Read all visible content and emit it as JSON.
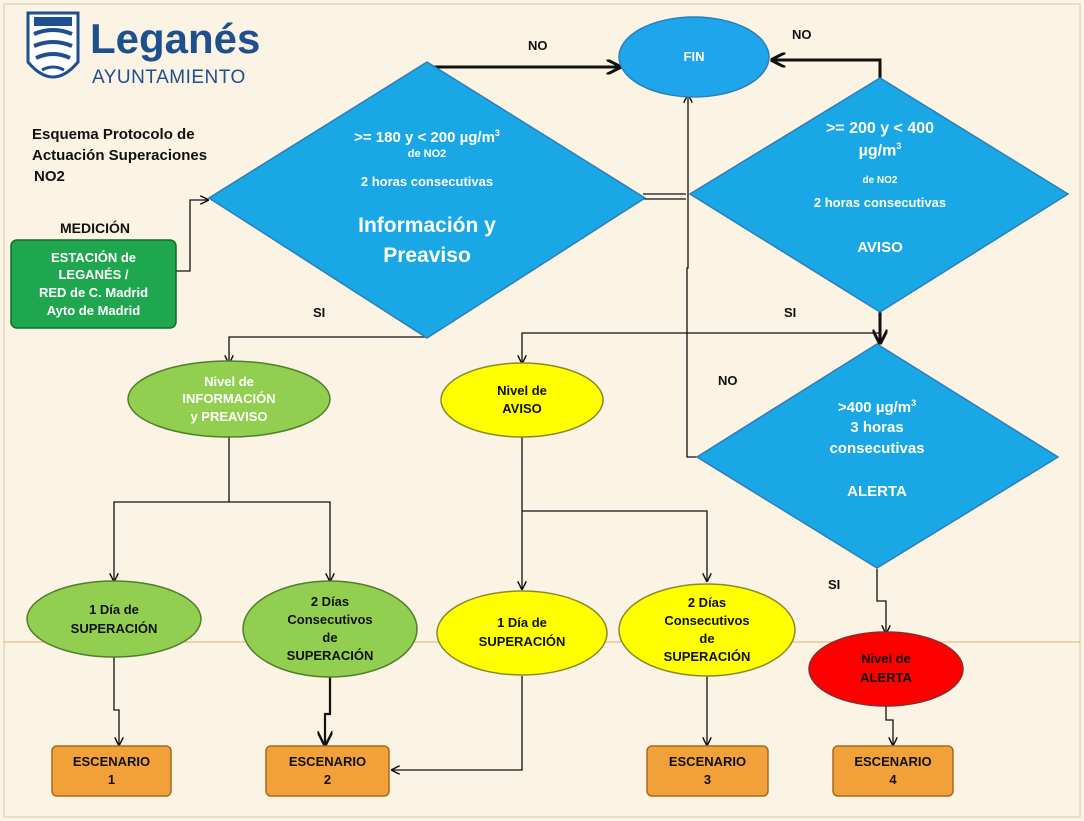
{
  "logo": {
    "name": "Leganés",
    "subtitle": "AYUNTAMIENTO"
  },
  "title_lines": [
    "Esquema Protocolo de",
    "Actuación Superaciones",
    "NO2"
  ],
  "medicion": {
    "heading": "MEDICIÓN",
    "box_lines": [
      "ESTACIÓN de",
      "LEGANÉS /",
      "RED de C. Madrid",
      "Ayto de Madrid"
    ]
  },
  "fin": "FIN",
  "diamond_info": {
    "threshold": ">= 180 y < 200 µg/m",
    "sup": "3",
    "pollutant": "de NO2",
    "duration": "2 horas consecutivas",
    "level_line1": "Información y",
    "level_line2": "Preaviso"
  },
  "diamond_aviso": {
    "threshold_line1": ">= 200 y < 400",
    "threshold_line2": "µg/m",
    "sup": "3",
    "pollutant": "de NO2",
    "duration": "2 horas consecutivas",
    "level": "AVISO"
  },
  "diamond_alerta": {
    "threshold": ">400 µg/m",
    "sup": "3",
    "duration_line1": "3 horas",
    "duration_line2": "consecutivas",
    "level": "ALERTA"
  },
  "flow_labels": {
    "no_top": "NO",
    "no_right": "NO",
    "no_mid": "NO",
    "si_left": "SI",
    "si_right": "SI",
    "si_alerta": "SI"
  },
  "levels": {
    "informacion": [
      "Nivel de",
      "INFORMACIÓN",
      "y PREAVISO"
    ],
    "aviso": [
      "Nivel de",
      "AVISO"
    ],
    "alerta": [
      "Nivel de",
      "ALERTA"
    ]
  },
  "days": {
    "info_1": [
      "1 Día de",
      "SUPERACIÓN"
    ],
    "info_2": [
      "2  Días",
      "Consecutivos",
      "de",
      "SUPERACIÓN"
    ],
    "aviso_1": [
      "1 Día de",
      "SUPERACIÓN"
    ],
    "aviso_2": [
      "2  Días",
      "Consecutivos",
      "de",
      "SUPERACIÓN"
    ]
  },
  "scenarios": [
    {
      "label": "ESCENARIO",
      "number": "1"
    },
    {
      "label": "ESCENARIO",
      "number": "2"
    },
    {
      "label": "ESCENARIO",
      "number": "3"
    },
    {
      "label": "ESCENARIO",
      "number": "4"
    }
  ],
  "colors": {
    "diamond": "#1aa7e6",
    "fin": "#1ea5ec",
    "green_level": "#92cf50",
    "yellow_level": "#ffff00",
    "red_level": "#ff0000",
    "scenario": "#f2a13a",
    "medicion": "#1fa74f",
    "background": "#fbf3e3"
  }
}
